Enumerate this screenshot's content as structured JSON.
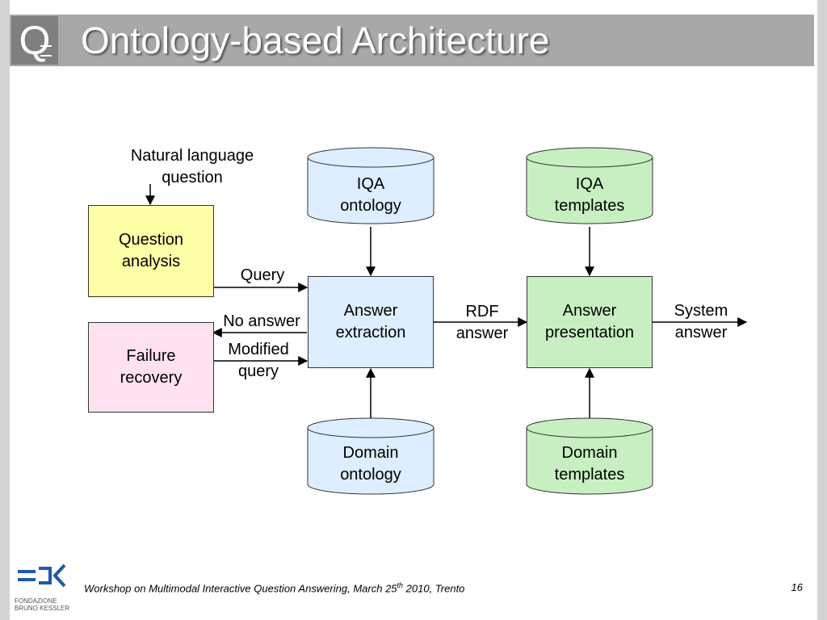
{
  "header": {
    "logo_letter": "Q",
    "title": "Ontology-based Architecture"
  },
  "diagram": {
    "inputs": {
      "natural_language_question": "Natural language\nquestion"
    },
    "nodes": {
      "question_analysis": "Question\nanalysis",
      "failure_recovery": "Failure\nrecovery",
      "answer_extraction": "Answer\nextraction",
      "answer_presentation": "Answer\npresentation",
      "iqa_ontology": "IQA\nontology",
      "domain_ontology": "Domain\nontology",
      "iqa_templates": "IQA\ntemplates",
      "domain_templates": "Domain\ntemplates"
    },
    "edge_labels": {
      "query": "Query",
      "no_answer": "No answer",
      "modified_query": "Modified\nquery",
      "rdf_answer": "RDF\nanswer",
      "system_answer": "System\nanswer"
    },
    "colors": {
      "yellow": "#ffffa8",
      "pink": "#ffe1f0",
      "blue": "#dceeff",
      "green": "#c7efc1"
    }
  },
  "footer": {
    "text_before_sup": "Workshop on Multimodal Interactive Question Answering, March 25",
    "sup": "th",
    "text_after_sup": " 2010, Trento",
    "page_number": "16",
    "logo_caption": "FONDAZIONE\nBRUNO KESSLER"
  }
}
